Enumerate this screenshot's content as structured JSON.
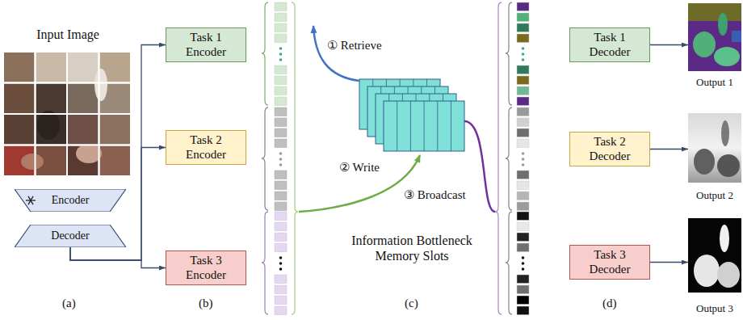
{
  "diagram": {
    "nodes": [
      {
        "text": [
          "Input Image"
        ]
      },
      {
        "text": [
          "Encoder"
        ]
      },
      {
        "text": [
          "Decoder"
        ]
      },
      {
        "text": [
          "Task 1 Encoder"
        ]
      },
      {
        "text": [
          "Task 2 Encoder"
        ]
      },
      {
        "text": [
          "Task 3 Encoder"
        ]
      },
      {
        "text": [
          "Task 1 Decoder"
        ]
      },
      {
        "text": [
          "Task 2 Decoder"
        ]
      },
      {
        "text": [
          "Task 3 Decoder"
        ]
      },
      {
        "text": [
          "Output 1"
        ]
      },
      {
        "text": [
          "Output 2"
        ]
      },
      {
        "text": [
          "Output 3"
        ]
      }
    ],
    "edges": [
      {
        "from": 2,
        "to": 3,
        "arrow": "to"
      },
      {
        "from": 2,
        "to": 4,
        "arrow": "to"
      },
      {
        "from": 2,
        "to": 5,
        "arrow": "to"
      },
      {
        "from": 6,
        "to": 9,
        "arrow": "to"
      },
      {
        "from": 7,
        "to": 10,
        "arrow": "to"
      },
      {
        "from": 8,
        "to": 11,
        "arrow": "to"
      }
    ],
    "labels": [
      "① Retrieve",
      "② Write",
      "③ Broadcast",
      "Information Bottleneck Memory Slots",
      "(a)",
      "(b)",
      "(c)",
      "(d)"
    ]
  }
}
